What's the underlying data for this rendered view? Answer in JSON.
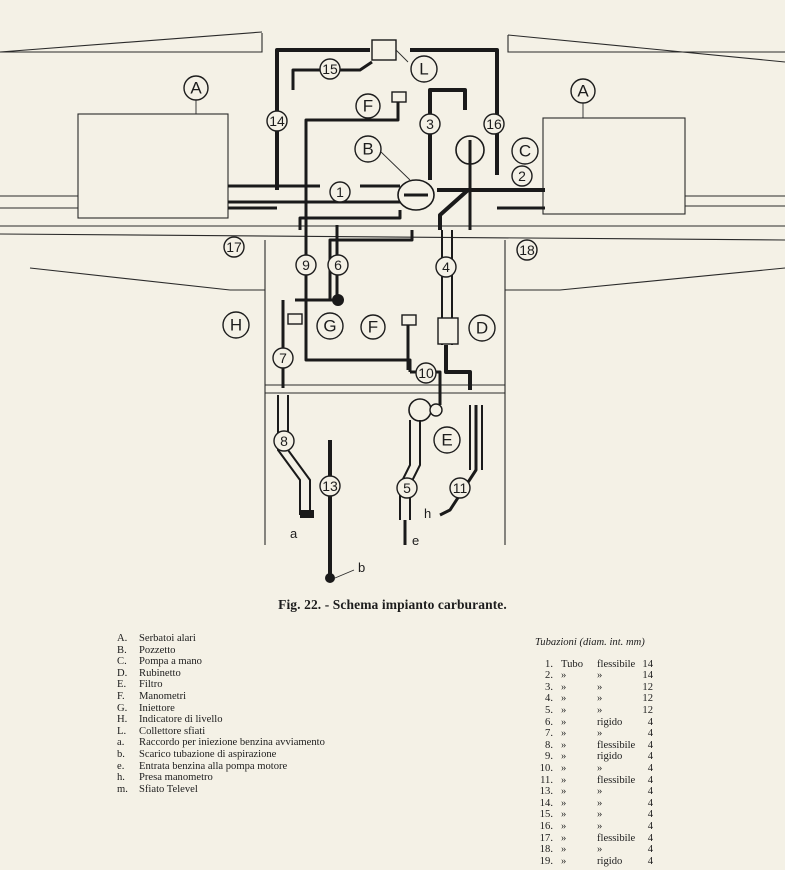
{
  "diagram": {
    "labels_letters": [
      "A",
      "A",
      "B",
      "C",
      "D",
      "E",
      "F",
      "F",
      "G",
      "H",
      "L"
    ],
    "labels_numbers": [
      "1",
      "2",
      "3",
      "4",
      "5",
      "6",
      "7",
      "8",
      "9",
      "10",
      "11",
      "13",
      "14",
      "15",
      "16",
      "17",
      "18"
    ],
    "small_letters": [
      "a",
      "b",
      "e",
      "h"
    ]
  },
  "caption": "Fig. 22. - Schema impianto carburante.",
  "legend": [
    {
      "key": "A.",
      "text": "Serbatoi alari"
    },
    {
      "key": "B.",
      "text": "Pozzetto"
    },
    {
      "key": "C.",
      "text": "Pompa a mano"
    },
    {
      "key": "D.",
      "text": "Rubinetto"
    },
    {
      "key": "E.",
      "text": "Filtro"
    },
    {
      "key": "F.",
      "text": "Manometri"
    },
    {
      "key": "G.",
      "text": "Iniettore"
    },
    {
      "key": "H.",
      "text": "Indicatore di livello"
    },
    {
      "key": "L.",
      "text": "Collettore sfiati"
    },
    {
      "key": "a.",
      "text": "Raccordo per iniezione benzina avviamento"
    },
    {
      "key": "b.",
      "text": "Scarico tubazione di aspirazione"
    },
    {
      "key": "e.",
      "text": "Entrata benzina alla pompa motore"
    },
    {
      "key": "h.",
      "text": "Presa manometro"
    },
    {
      "key": "m.",
      "text": "Sfiato Televel"
    }
  ],
  "pipes": {
    "title": "Tubazioni (diam. int. mm)",
    "rows": [
      {
        "n": "1.",
        "t": "Tubo",
        "k": "flessibile",
        "d": "14"
      },
      {
        "n": "2.",
        "t": "»",
        "k": "»",
        "d": "14"
      },
      {
        "n": "3.",
        "t": "»",
        "k": "»",
        "d": "12"
      },
      {
        "n": "4.",
        "t": "»",
        "k": "»",
        "d": "12"
      },
      {
        "n": "5.",
        "t": "»",
        "k": "»",
        "d": "12"
      },
      {
        "n": "6.",
        "t": "»",
        "k": "rigido",
        "d": "4"
      },
      {
        "n": "7.",
        "t": "»",
        "k": "»",
        "d": "4"
      },
      {
        "n": "8.",
        "t": "»",
        "k": "flessibile",
        "d": "4"
      },
      {
        "n": "9.",
        "t": "»",
        "k": "rigido",
        "d": "4"
      },
      {
        "n": "10.",
        "t": "»",
        "k": "»",
        "d": "4"
      },
      {
        "n": "11.",
        "t": "»",
        "k": "flessibile",
        "d": "4"
      },
      {
        "n": "13.",
        "t": "»",
        "k": "»",
        "d": "4"
      },
      {
        "n": "14.",
        "t": "»",
        "k": "»",
        "d": "4"
      },
      {
        "n": "15.",
        "t": "»",
        "k": "»",
        "d": "4"
      },
      {
        "n": "16.",
        "t": "»",
        "k": "»",
        "d": "4"
      },
      {
        "n": "17.",
        "t": "»",
        "k": "flessibile",
        "d": "4"
      },
      {
        "n": "18.",
        "t": "»",
        "k": "»",
        "d": "4"
      },
      {
        "n": "19.",
        "t": "»",
        "k": "rigido",
        "d": "4"
      }
    ]
  }
}
